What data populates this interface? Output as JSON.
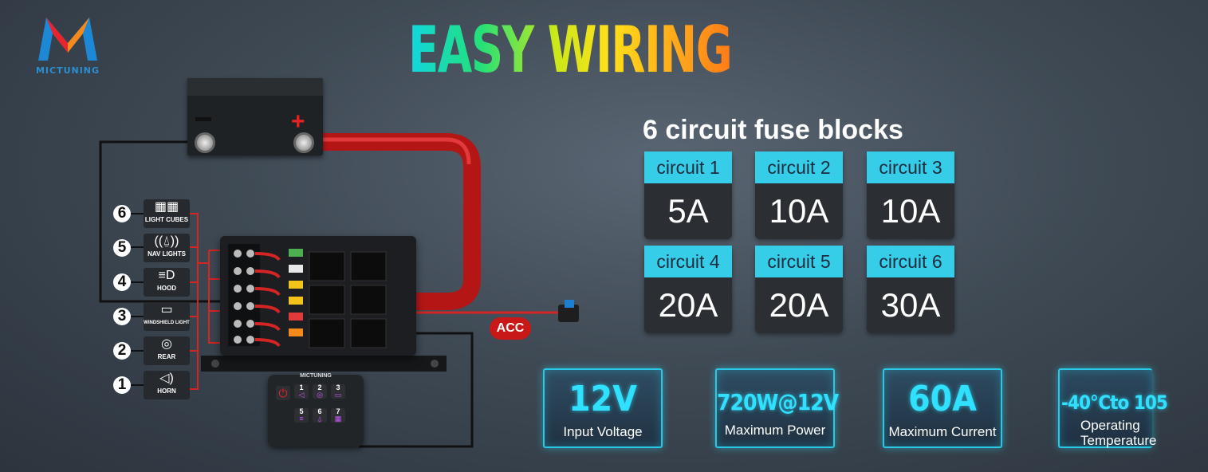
{
  "brand": {
    "logo_text": "MICTUNING"
  },
  "title": "EASY WIRING",
  "fuse_blocks": {
    "heading": "6 circuit fuse blocks",
    "circuits": [
      {
        "label": "circuit 1",
        "value": "5A"
      },
      {
        "label": "circuit 2",
        "value": "10A"
      },
      {
        "label": "circuit 3",
        "value": "10A"
      },
      {
        "label": "circuit 4",
        "value": "20A"
      },
      {
        "label": "circuit 5",
        "value": "20A"
      },
      {
        "label": "circuit 6",
        "value": "30A"
      }
    ]
  },
  "specs": [
    {
      "value": "12V",
      "label": "Input Voltage"
    },
    {
      "value": "720W@12V",
      "label": "Maximum Power"
    },
    {
      "value": "60A",
      "label": "Maximum Current"
    },
    {
      "value": "-40℃to 105",
      "label": "Operating Temperature"
    }
  ],
  "diagram": {
    "acc_label": "ACC",
    "panel_brand": "MICTUNING",
    "circuits": [
      {
        "num": "6",
        "label": "LIGHT CUBES",
        "icon": "light-cubes-icon"
      },
      {
        "num": "5",
        "label": "NAV LIGHTS",
        "icon": "nav-lights-icon"
      },
      {
        "num": "4",
        "label": "HOOD",
        "icon": "hood-light-icon"
      },
      {
        "num": "3",
        "label": "WINDSHIELD LIGHT",
        "icon": "windshield-light-icon"
      },
      {
        "num": "2",
        "label": "REAR",
        "icon": "rear-light-icon"
      },
      {
        "num": "1",
        "label": "HORN",
        "icon": "horn-icon"
      }
    ],
    "panel_buttons": [
      "1",
      "2",
      "3",
      "5",
      "6",
      "7"
    ]
  },
  "colors": {
    "accent": "#36cde9",
    "wire_red": "#d42424",
    "acc_red": "#c81818"
  }
}
